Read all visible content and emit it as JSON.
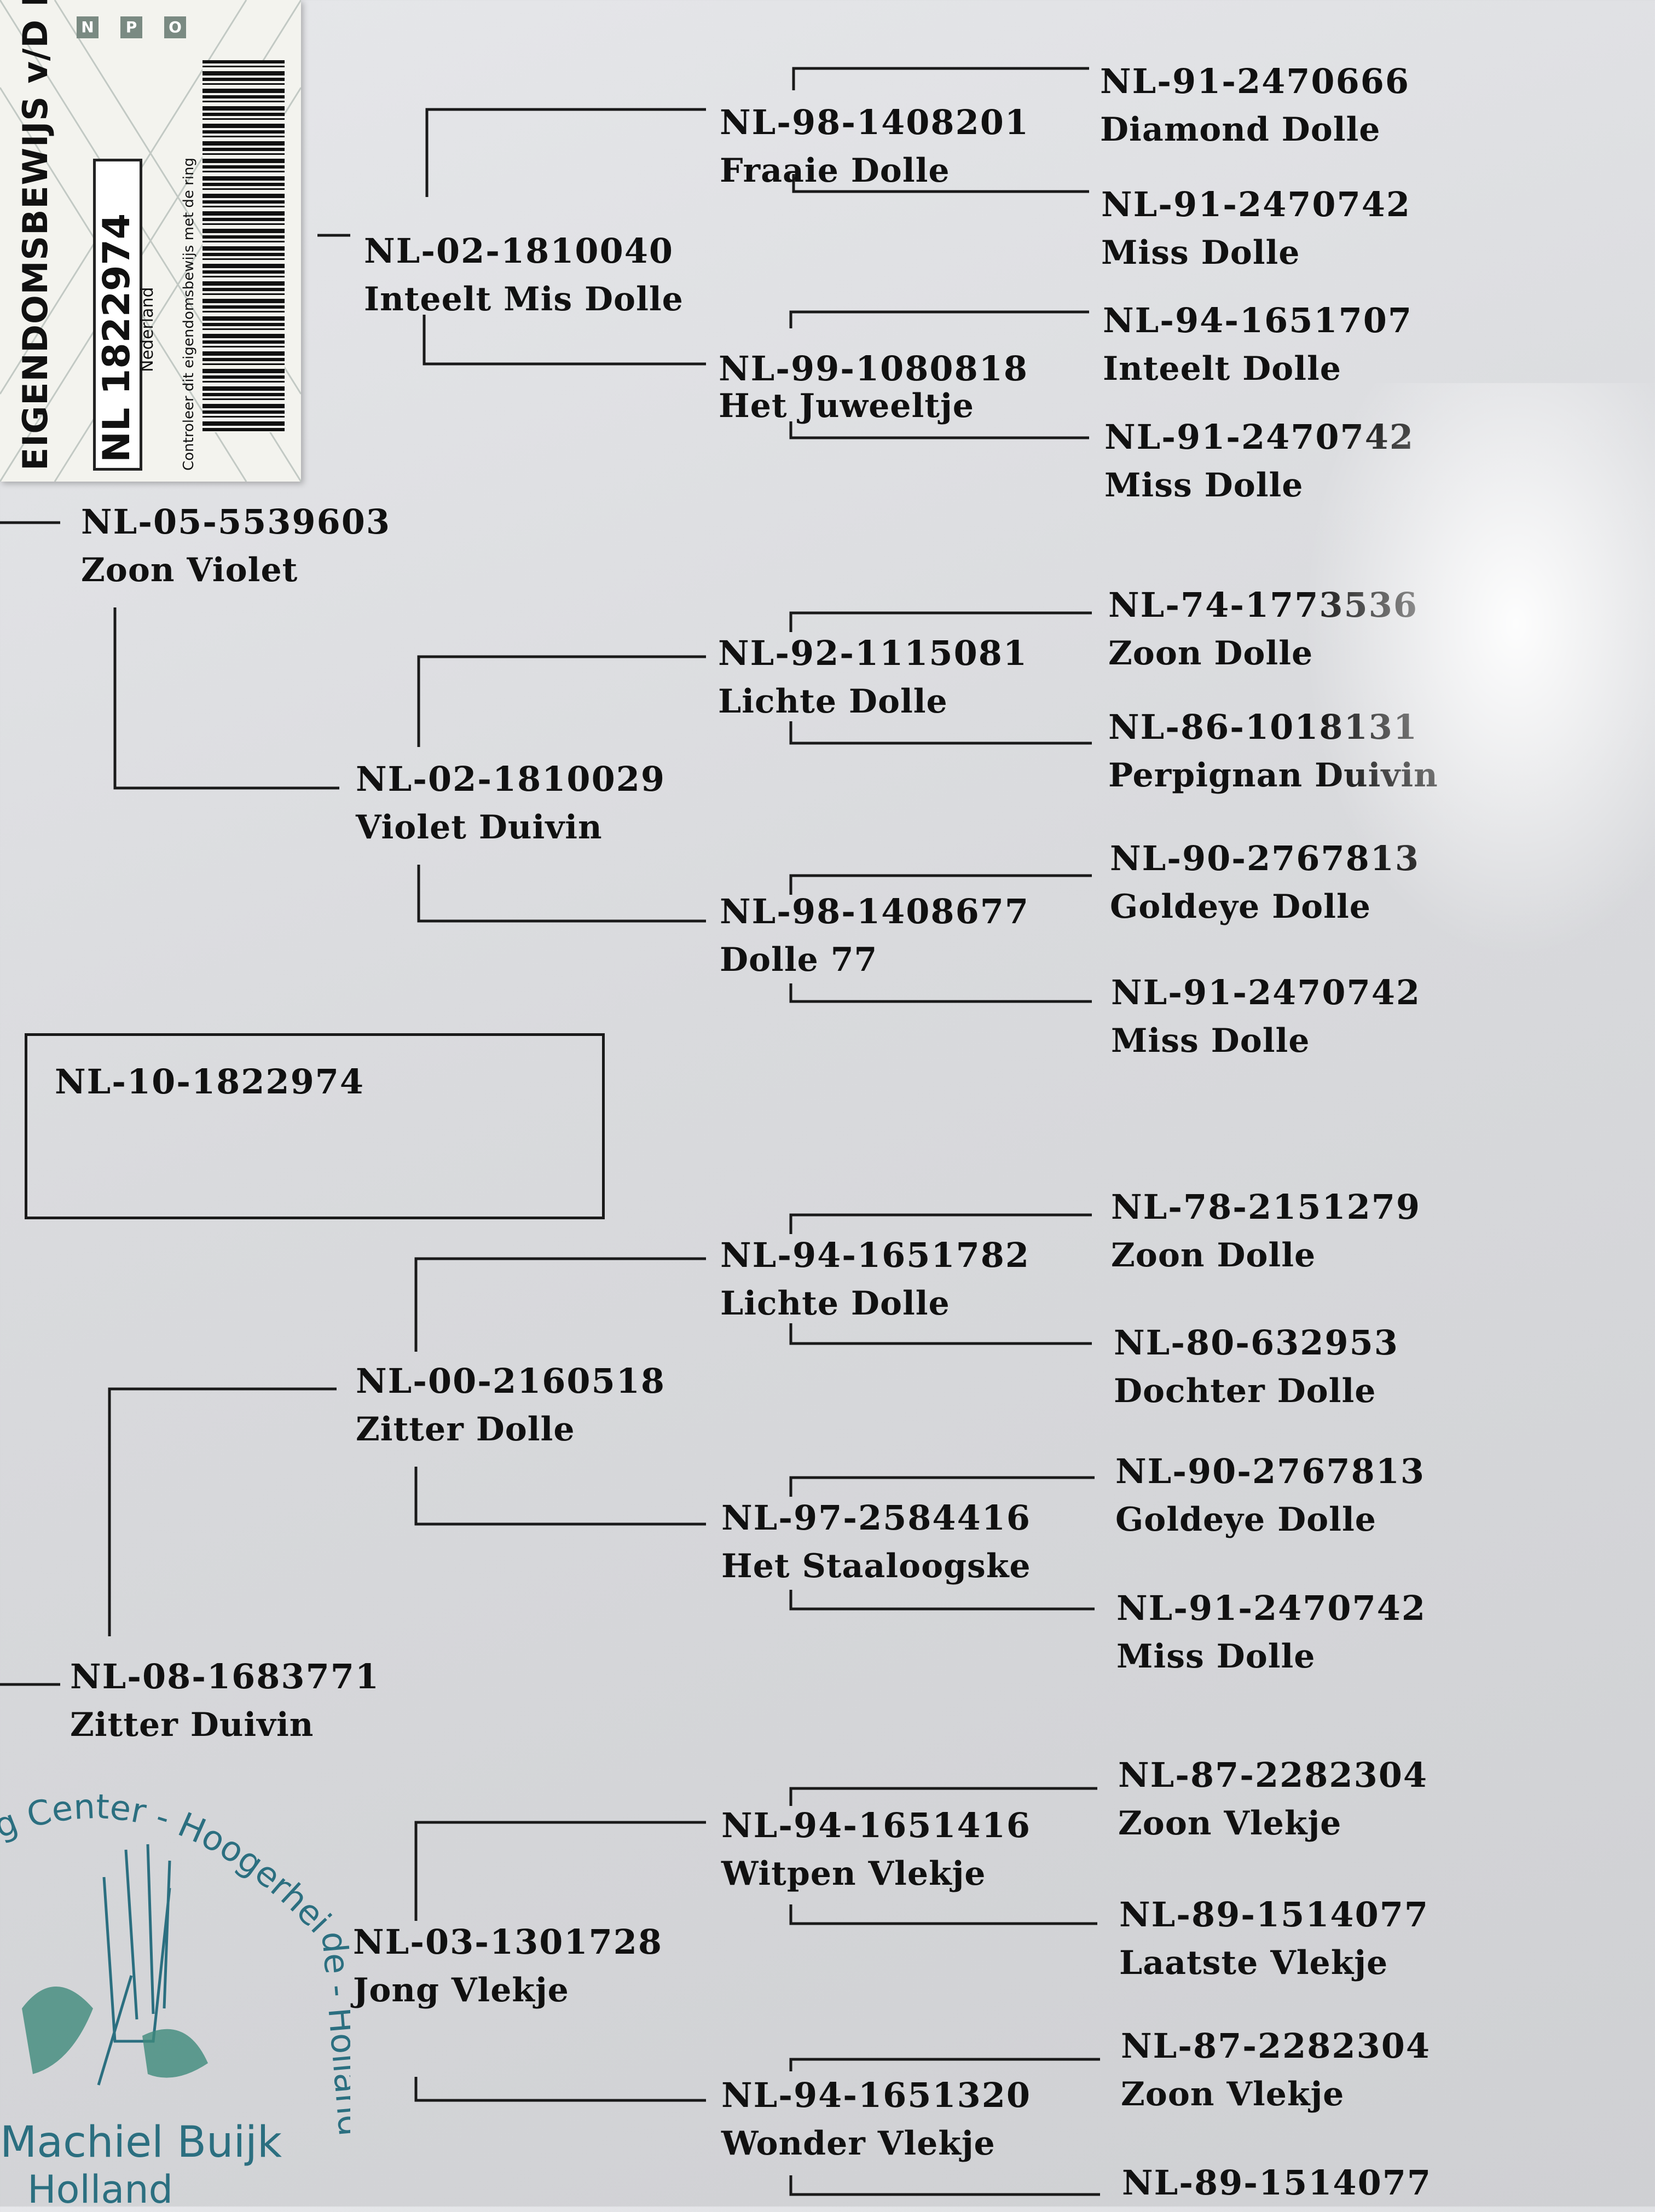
{
  "card": {
    "title": "EIGENDOMSBEWIJS v/D RING",
    "ring_number": "NL 1822974",
    "country": "Nederland",
    "legend": [
      "N",
      "P",
      "O"
    ],
    "check_text": "Controleer dit eigendomsbewijs met de ring"
  },
  "subject": {
    "ring": "NL-10-1822974"
  },
  "pedigree": {
    "sire": {
      "ring": "NL-05-5539603",
      "name": "Zoon Violet"
    },
    "dam": {
      "ring": "NL-08-1683771",
      "name": "Zitter Duivin"
    },
    "sire_sire": {
      "ring": "NL-02-1810040",
      "name": "Inteelt Mis Dolle"
    },
    "sire_dam": {
      "ring": "NL-02-1810029",
      "name": "Violet Duivin"
    },
    "dam_sire": {
      "ring": "NL-00-2160518",
      "name": "Zitter Dolle"
    },
    "dam_dam": {
      "ring": "NL-03-1301728",
      "name": "Jong Vlekje"
    },
    "g3": [
      {
        "ring": "NL-98-1408201",
        "name": "Fraaie Dolle"
      },
      {
        "ring": "NL-99-1080818",
        "name": "Het Juweeltje"
      },
      {
        "ring": "NL-92-1115081",
        "name": "Lichte Dolle"
      },
      {
        "ring": "NL-98-1408677",
        "name": "Dolle 77"
      },
      {
        "ring": "NL-94-1651782",
        "name": "Lichte Dolle"
      },
      {
        "ring": "NL-97-2584416",
        "name": "Het Staaloogske"
      },
      {
        "ring": "NL-94-1651416",
        "name": "Witpen Vlekje"
      },
      {
        "ring": "NL-94-1651320",
        "name": "Wonder Vlekje"
      }
    ],
    "g4": [
      {
        "ring": "NL-91-2470666",
        "name": "Diamond Dolle"
      },
      {
        "ring": "NL-91-2470742",
        "name": "Miss Dolle"
      },
      {
        "ring": "NL-94-1651707",
        "name": "Inteelt Dolle"
      },
      {
        "ring": "NL-91-2470742",
        "name": "Miss Dolle"
      },
      {
        "ring": "NL-74-1773536",
        "name": "Zoon Dolle"
      },
      {
        "ring": "NL-86-1018131",
        "name": "Perpignan Duivin"
      },
      {
        "ring": "NL-90-2767813",
        "name": "Goldeye Dolle"
      },
      {
        "ring": "NL-91-2470742",
        "name": "Miss Dolle"
      },
      {
        "ring": "NL-78-2151279",
        "name": "Zoon Dolle"
      },
      {
        "ring": "NL-80-632953",
        "name": "Dochter Dolle"
      },
      {
        "ring": "NL-90-2767813",
        "name": "Goldeye Dolle"
      },
      {
        "ring": "NL-91-2470742",
        "name": "Miss Dolle"
      },
      {
        "ring": "NL-87-2282304",
        "name": "Zoon Vlekje"
      },
      {
        "ring": "NL-89-1514077",
        "name": "Laatste Vlekje"
      },
      {
        "ring": "NL-87-2282304",
        "name": "Zoon Vlekje"
      },
      {
        "ring": "NL-89-1514077",
        "name": ""
      }
    ]
  },
  "stamp": {
    "ring_text": "g Center - Hoogerheide - Holland",
    "line1": "Machiel Buijk",
    "line2": "Holland"
  },
  "colors": {
    "paper": "#dcdde0",
    "ink": "#111111",
    "stamp": "#2b6f80"
  }
}
